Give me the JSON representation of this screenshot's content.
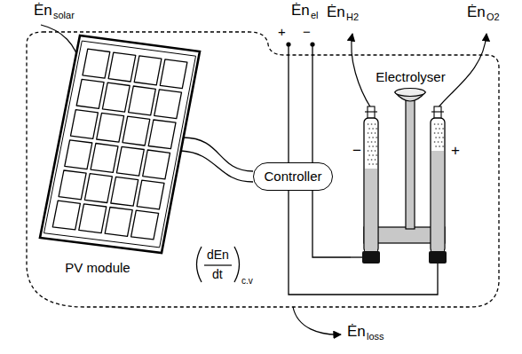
{
  "diagram": {
    "nodes": [
      {
        "text": [
          "PV module"
        ]
      },
      {
        "text": [
          "Controller"
        ]
      },
      {
        "text": [
          "Electrolyser"
        ]
      }
    ],
    "edges": [
      {
        "from": 0,
        "to": 1,
        "arrow": "none"
      },
      {
        "from": 1,
        "to": 2,
        "arrow": "none"
      }
    ],
    "labels": [
      "Ėn",
      "solar",
      "Ėn",
      "el",
      "+",
      "−",
      "Ėn",
      "H2",
      "Ėn",
      "O2",
      "−",
      "+",
      "dEn",
      "dt",
      "c.v",
      "Ėn",
      "loss"
    ]
  }
}
